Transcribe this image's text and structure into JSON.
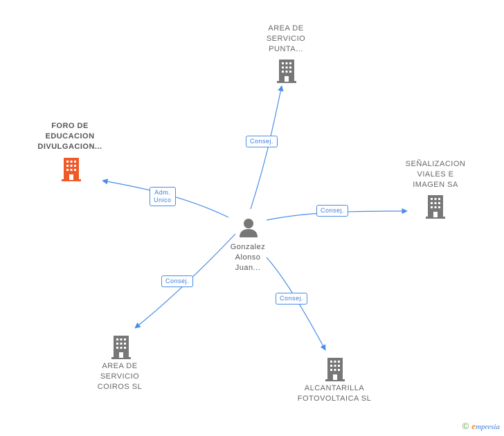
{
  "center": {
    "name_lines": [
      "Gonzalez",
      "Alonso",
      "Juan..."
    ],
    "icon": "person-icon"
  },
  "nodes": [
    {
      "id": "area-servicio-punta",
      "lines": [
        "AREA DE",
        "SERVICIO",
        "PUNTA..."
      ],
      "icon": "building-icon",
      "color": "#777777"
    },
    {
      "id": "foro-educacion",
      "lines": [
        "FORO DE",
        "EDUCACION",
        "DIVULGACION..."
      ],
      "icon": "building-icon",
      "color": "#f05a28"
    },
    {
      "id": "senalizacion",
      "lines": [
        "SEÑALIZACION",
        "VIALES E",
        "IMAGEN SA"
      ],
      "icon": "building-icon",
      "color": "#777777"
    },
    {
      "id": "area-servicio-coiros",
      "lines": [
        "AREA DE",
        "SERVICIO",
        "COIROS SL"
      ],
      "icon": "building-icon",
      "color": "#777777"
    },
    {
      "id": "alcantarilla",
      "lines": [
        "ALCANTARILLA",
        "FOTOVOLTAICA SL"
      ],
      "icon": "building-icon",
      "color": "#777777"
    }
  ],
  "edges": [
    {
      "to": "area-servicio-punta",
      "lines": [
        "Consej."
      ]
    },
    {
      "to": "foro-educacion",
      "lines": [
        "Adm.",
        "Unico"
      ]
    },
    {
      "to": "senalizacion",
      "lines": [
        "Consej."
      ]
    },
    {
      "to": "area-servicio-coiros",
      "lines": [
        "Consej."
      ]
    },
    {
      "to": "alcantarilla",
      "lines": [
        "Consej."
      ]
    }
  ],
  "colors": {
    "edge": "#4a8de6",
    "building": "#777777",
    "highlight": "#f05a28",
    "person": "#777777"
  },
  "brand": {
    "copyright": "©",
    "initial": "e",
    "rest": "mpresia"
  }
}
